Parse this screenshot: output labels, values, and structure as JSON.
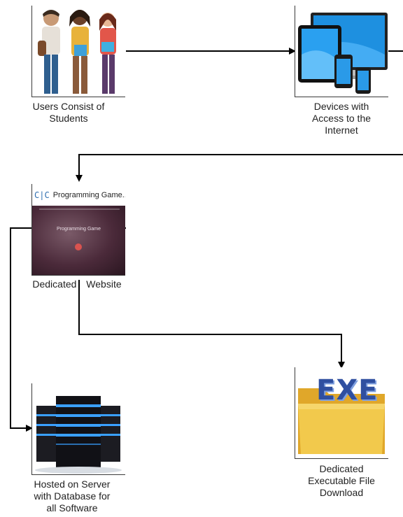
{
  "nodes": {
    "users": {
      "caption_lines": [
        "Users Consist of",
        "Students"
      ]
    },
    "devices": {
      "caption_lines": [
        "Devices with",
        "Access to the",
        "Internet"
      ]
    },
    "website": {
      "caption_left": "Dedicated",
      "caption_right": "Website",
      "site_title": "Programming Game...",
      "logo_text": "C|C",
      "hero_text": "Programming Game"
    },
    "server": {
      "caption_lines": [
        "Hosted on Server",
        "with Database for",
        "all Software"
      ]
    },
    "exe": {
      "caption_lines": [
        "Dedicated",
        "Executable File",
        "Download"
      ],
      "badge_text": "EXE"
    }
  },
  "colors": {
    "connector": "#000000",
    "exe_badge": "#2f4fa0",
    "folder": "#f2c94c",
    "server_glow": "#3aa0ff",
    "device_screen": "#1e90e0",
    "website_hero": "#4b2a3a"
  }
}
